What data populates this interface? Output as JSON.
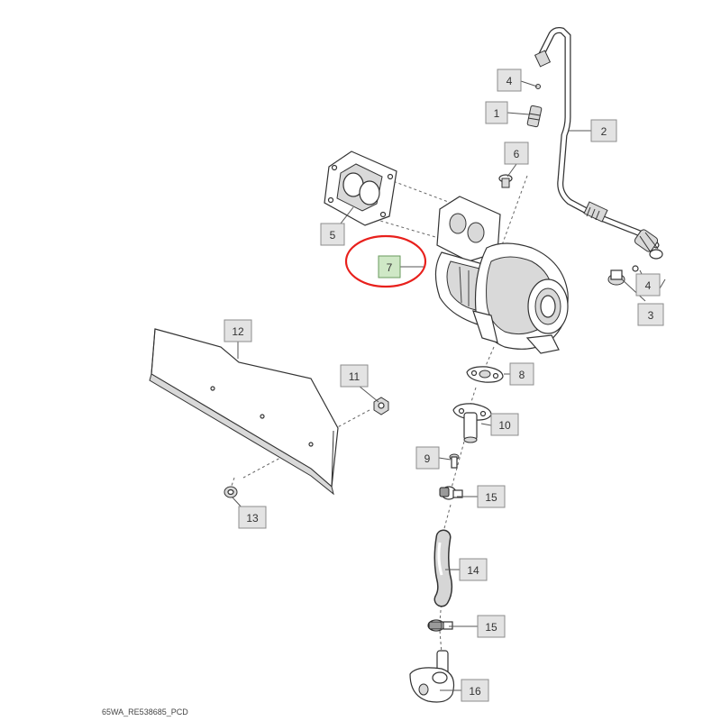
{
  "diagram": {
    "figure_id": "65WA_RE538685_PCD",
    "highlighted_callout": "7",
    "callouts": [
      "1",
      "2",
      "3",
      "4",
      "4",
      "5",
      "6",
      "7",
      "8",
      "9",
      "10",
      "11",
      "12",
      "13",
      "14",
      "15",
      "15",
      "16"
    ]
  }
}
